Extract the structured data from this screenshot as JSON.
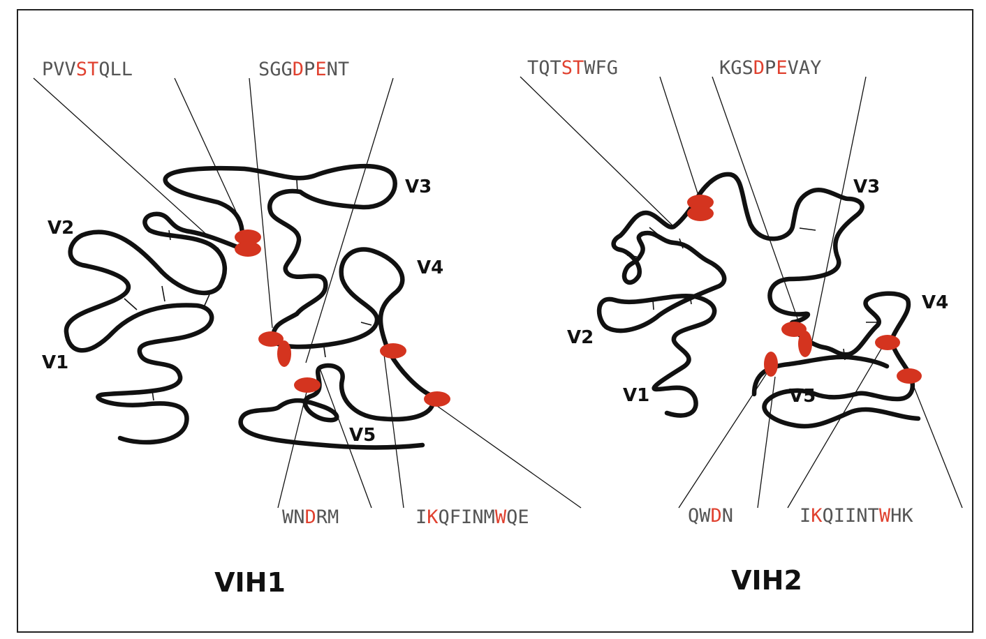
{
  "colors": {
    "residue": "#555555",
    "highlight": "#e0412f",
    "site": "#d4341f",
    "line": "#111111"
  },
  "panels": [
    {
      "title": "VIH1",
      "loops": [
        "V1",
        "V2",
        "V3",
        "V4",
        "V5"
      ],
      "sequences": [
        {
          "id": "seq-pvvstqll",
          "segments": [
            {
              "t": "PVV",
              "hl": false
            },
            {
              "t": "ST",
              "hl": true
            },
            {
              "t": "QLL",
              "hl": false
            }
          ]
        },
        {
          "id": "seq-sggdpent",
          "segments": [
            {
              "t": "SGG",
              "hl": false
            },
            {
              "t": "D",
              "hl": true
            },
            {
              "t": "P",
              "hl": false
            },
            {
              "t": "E",
              "hl": true
            },
            {
              "t": "NT",
              "hl": false
            }
          ]
        },
        {
          "id": "seq-wndrm",
          "segments": [
            {
              "t": "WN",
              "hl": false
            },
            {
              "t": "D",
              "hl": true
            },
            {
              "t": "RM",
              "hl": false
            }
          ]
        },
        {
          "id": "seq-ikqfinmwqe",
          "segments": [
            {
              "t": "I",
              "hl": false
            },
            {
              "t": "K",
              "hl": true
            },
            {
              "t": "QFINM",
              "hl": false
            },
            {
              "t": "W",
              "hl": true
            },
            {
              "t": "QE",
              "hl": false
            }
          ]
        }
      ]
    },
    {
      "title": "VIH2",
      "loops": [
        "V1",
        "V2",
        "V3",
        "V4",
        "V5"
      ],
      "sequences": [
        {
          "id": "seq-tqtstwfg",
          "segments": [
            {
              "t": "TQT",
              "hl": false
            },
            {
              "t": "ST",
              "hl": true
            },
            {
              "t": "WFG",
              "hl": false
            }
          ]
        },
        {
          "id": "seq-kgsdpevay",
          "segments": [
            {
              "t": "KGS",
              "hl": false
            },
            {
              "t": "D",
              "hl": true
            },
            {
              "t": "P",
              "hl": false
            },
            {
              "t": "E",
              "hl": true
            },
            {
              "t": "VAY",
              "hl": false
            }
          ]
        },
        {
          "id": "seq-qwdn",
          "segments": [
            {
              "t": "QW",
              "hl": false
            },
            {
              "t": "D",
              "hl": true
            },
            {
              "t": "N",
              "hl": false
            }
          ]
        },
        {
          "id": "seq-ikqiintwhk",
          "segments": [
            {
              "t": "I",
              "hl": false
            },
            {
              "t": "K",
              "hl": true
            },
            {
              "t": "QIINT",
              "hl": false
            },
            {
              "t": "W",
              "hl": true
            },
            {
              "t": "HK",
              "hl": false
            }
          ]
        }
      ]
    }
  ]
}
